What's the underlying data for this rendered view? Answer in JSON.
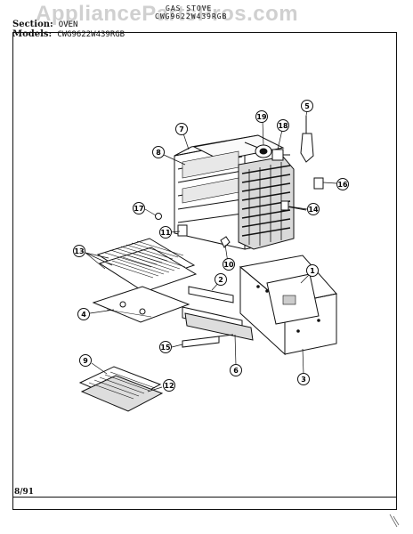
{
  "watermark": "AppliancePartsPros.com",
  "header": {
    "title": "GAS STOVE",
    "model_number": "CWG9622W439RGB",
    "section_label": "Section:",
    "section_value": "OVEN",
    "models_label": "Models:",
    "models_value": "CWG9622W439RGB"
  },
  "footer": {
    "date": "8/91"
  },
  "callouts": [
    "1",
    "2",
    "3",
    "4",
    "5",
    "6",
    "7",
    "8",
    "9",
    "10",
    "11",
    "12",
    "13",
    "14",
    "15",
    "16",
    "17",
    "18",
    "19"
  ]
}
